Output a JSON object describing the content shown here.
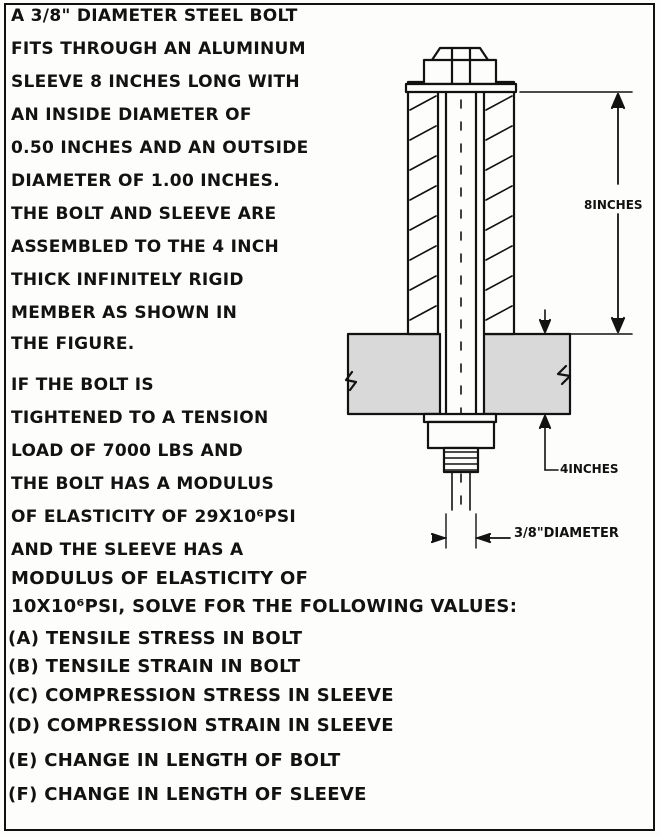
{
  "problem": {
    "lines": [
      "A 3/8\" diameter steel bolt",
      "fits through an aluminum",
      "sleeve 8 inches long with",
      "an inside diameter of",
      "0.50 inches and an outside",
      "diameter of 1.00 inches.",
      "The bolt and sleeve are",
      "assembled to the 4 inch",
      "thick infinitely rigid",
      "member as shown in",
      "the figure.",
      "If the bolt is",
      "tightened to a tension",
      "load of 7000 lbs and",
      "the bolt has a modulus",
      "of elasticity of 29x10⁶psi",
      "and the sleeve has a"
    ]
  },
  "task": {
    "lines": [
      "Modulus of elasticity of",
      "10x10⁶psi, solve for the following values:"
    ],
    "items": [
      "(a) Tensile stress in bolt",
      "(b) Tensile strain in bolt",
      "(c) Compression stress in sleeve",
      "(d) Compression strain in sleeve",
      "(e) Change in length of bolt",
      "(f) Change in length of sleeve"
    ]
  },
  "figure": {
    "sleeve_length_label": "8inches",
    "member_thickness_label": "4inches",
    "bolt_diameter_label": "3/8\"diameter"
  },
  "colors": {
    "ink": "#121212",
    "paper": "#fdfdfb",
    "member_fill": "#d9d9d9"
  }
}
